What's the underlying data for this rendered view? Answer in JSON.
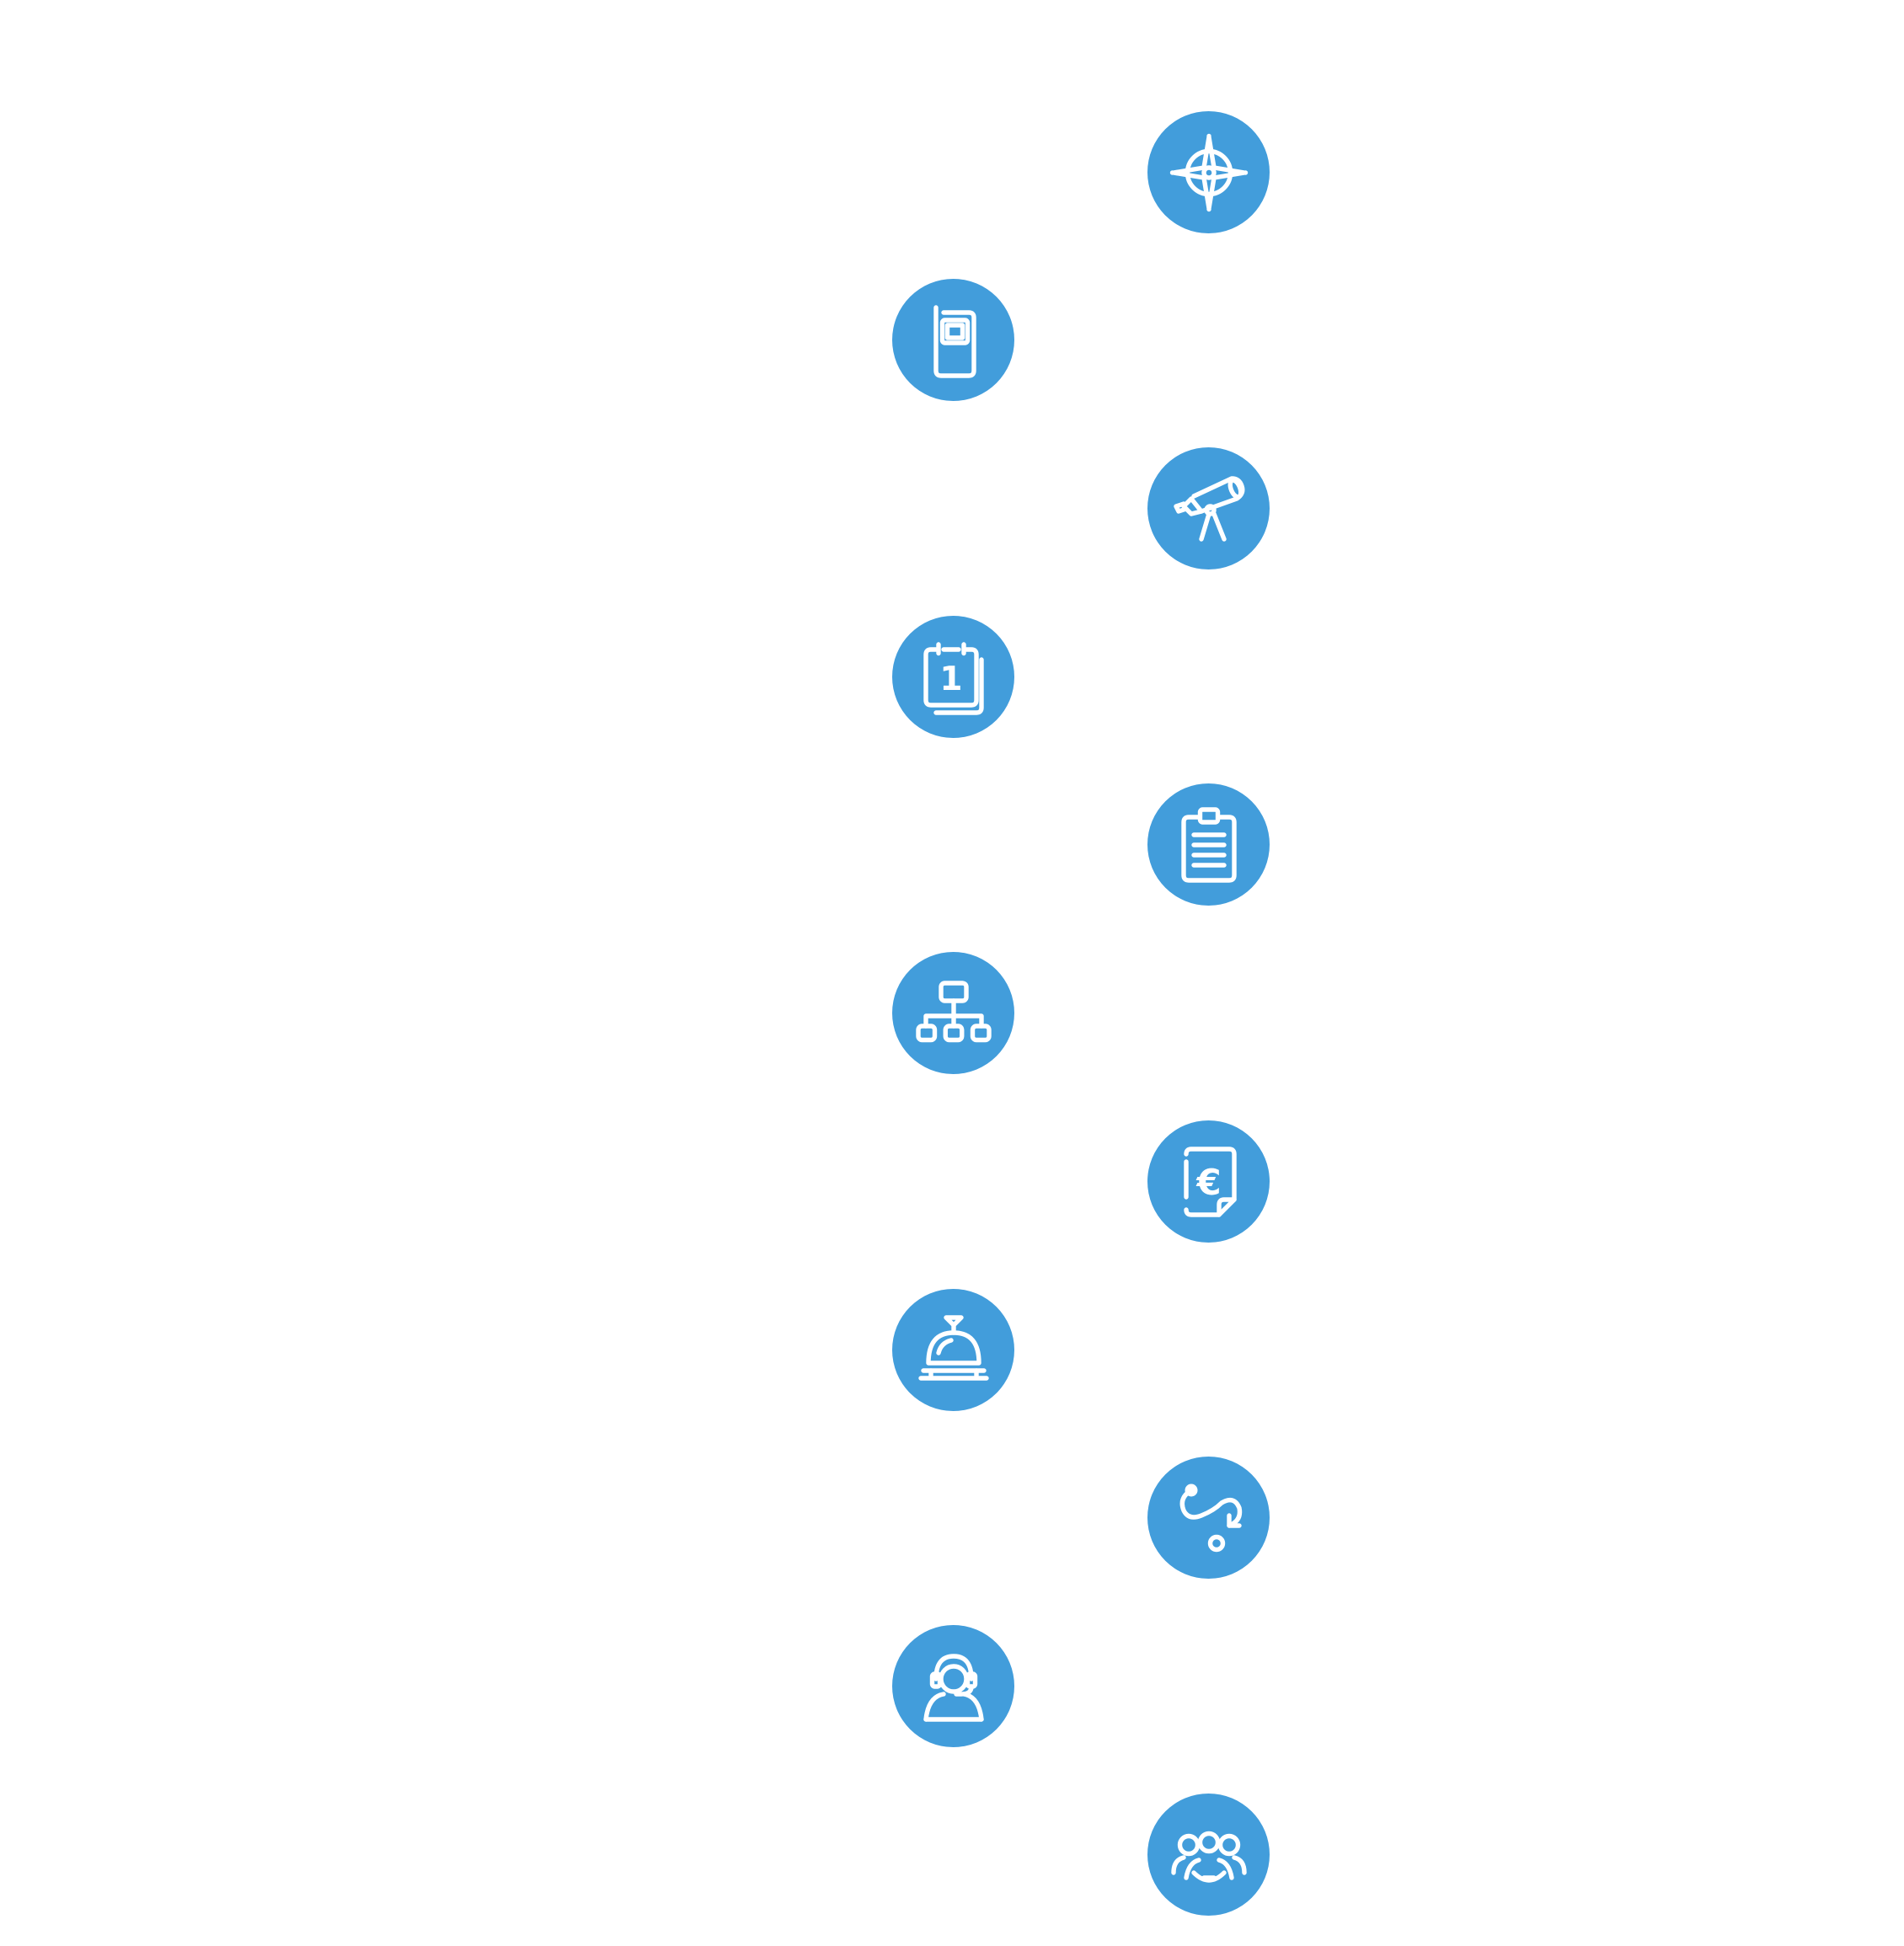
{
  "theme": {
    "accent": "#429ddb",
    "icon_color": "#ffffff",
    "background": "#ffffff"
  },
  "timeline": {
    "steps": [
      {
        "icon": "compass-icon",
        "column": "right"
      },
      {
        "icon": "mobile-device-icon",
        "column": "left"
      },
      {
        "icon": "telescope-icon",
        "column": "right"
      },
      {
        "icon": "calendar-icon",
        "column": "left",
        "glyph": "1"
      },
      {
        "icon": "clipboard-icon",
        "column": "right"
      },
      {
        "icon": "org-chart-icon",
        "column": "left"
      },
      {
        "icon": "euro-invoice-icon",
        "column": "right",
        "glyph": "€"
      },
      {
        "icon": "service-bell-icon",
        "column": "left"
      },
      {
        "icon": "route-icon",
        "column": "right"
      },
      {
        "icon": "support-agent-icon",
        "column": "left"
      },
      {
        "icon": "team-icon",
        "column": "right"
      }
    ]
  }
}
